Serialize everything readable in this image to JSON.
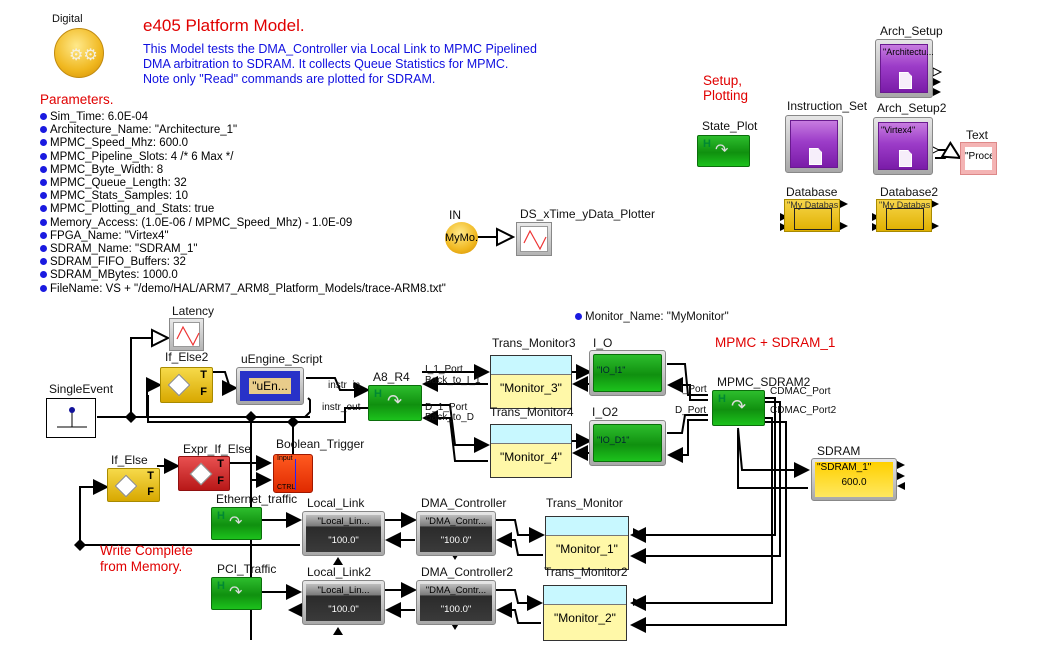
{
  "header": {
    "digital_label": "Digital",
    "title": "e405 Platform Model.",
    "description": [
      "This Model tests the DMA_Controller via Local Link to MPMC Pipelined",
      "DMA arbitration to SDRAM.  It collects Queue Statistics for MPMC.",
      "Note only \"Read\" commands are plotted for SDRAM."
    ]
  },
  "parameters": {
    "heading": "Parameters.",
    "items": [
      "Sim_Time: 6.0E-04",
      "Architecture_Name: \"Architecture_1\"",
      "MPMC_Speed_Mhz: 600.0",
      "MPMC_Pipeline_Slots: 4 /* 6 Max */",
      "MPMC_Byte_Width: 8",
      "MPMC_Queue_Length: 32",
      "MPMC_Stats_Samples: 10",
      "MPMC_Plotting_and_Stats: true",
      "Memory_Access: (1.0E-06 / MPMC_Speed_Mhz) - 1.0E-09",
      "FPGA_Name: \"Virtex4\"",
      "SDRAM_Name: \"SDRAM_1\"",
      "SDRAM_FIFO_Buffers: 32",
      "SDRAM_MBytes: 1000.0",
      "FileName: VS + \"/demo/HAL/ARM7_ARM8_Platform_Models/trace-ARM8.txt\""
    ],
    "monitor_name": "Monitor_Name: \"MyMonitor\""
  },
  "annotations": {
    "setup_plotting": [
      "Setup,",
      "Plotting"
    ],
    "mpmc_sdram": "MPMC + SDRAM_1",
    "write_complete": [
      "Write Complete",
      "from Memory."
    ]
  },
  "blocks": {
    "arch_setup": {
      "name": "Arch_Setup",
      "value": "\"Architectu..."
    },
    "instruction_set": {
      "name": "Instruction_Set"
    },
    "arch_setup2": {
      "name": "Arch_Setup2",
      "value": "\"Virtex4\""
    },
    "text": {
      "name": "Text",
      "value": "\"Proce..."
    },
    "state_plot": {
      "name": "State_Plot"
    },
    "database": {
      "name": "Database",
      "value": "\"My Databas..."
    },
    "database2": {
      "name": "Database2",
      "value": "\"My Databas..."
    },
    "in_port": {
      "name": "IN",
      "value": "MyMo..."
    },
    "ds_plotter": {
      "name": "DS_xTime_yData_Plotter"
    },
    "latency": {
      "name": "Latency"
    },
    "single_event": {
      "name": "SingleEvent"
    },
    "if_else2": {
      "name": "If_Else2",
      "t": "T",
      "f": "F"
    },
    "uengine": {
      "name": "uEngine_Script",
      "value": "\"uEn..."
    },
    "a8_r4": {
      "name": "A8_R4",
      "ports": [
        "instr_in",
        "instr_out",
        "I_1_Port",
        "Back_to_I_1",
        "D_1_Port",
        "Back_to_D"
      ]
    },
    "if_else": {
      "name": "If_Else",
      "t": "T",
      "f": "F"
    },
    "expr_if_else": {
      "name": "Expr_If_Else",
      "t": "T",
      "f": "F"
    },
    "boolean_trigger": {
      "name": "Boolean_Trigger",
      "input": "Input",
      "ctrl": "CTRL"
    },
    "trans_monitor3": {
      "name": "Trans_Monitor3",
      "value": "\"Monitor_3\""
    },
    "trans_monitor4": {
      "name": "Trans_Monitor4",
      "value": "\"Monitor_4\""
    },
    "io": {
      "name": "I_O",
      "value": "\"IO_I1\""
    },
    "io2": {
      "name": "I_O2",
      "value": "\"IO_D1\""
    },
    "mpmc_sdram2": {
      "name": "MPMC_SDRAM2",
      "ports": [
        "I_Port",
        "D_Port",
        "CDMAC_Port",
        "CDMAC_Port2"
      ]
    },
    "sdram": {
      "name": "SDRAM",
      "value": "\"SDRAM_1\"",
      "speed": "600.0"
    },
    "ethernet": {
      "name": "Ethernet_traffic"
    },
    "pci": {
      "name": "PCI_Traffic"
    },
    "local_link": {
      "name": "Local_Link",
      "value": "\"Local_Lin...",
      "rate": "\"100.0\""
    },
    "local_link2": {
      "name": "Local_Link2",
      "value": "\"Local_Lin...",
      "rate": "\"100.0\""
    },
    "dma": {
      "name": "DMA_Controller",
      "value": "\"DMA_Contr...",
      "rate": "\"100.0\""
    },
    "dma2": {
      "name": "DMA_Controller2",
      "value": "\"DMA_Contr...",
      "rate": "\"100.0\""
    },
    "trans_monitor": {
      "name": "Trans_Monitor",
      "value": "\"Monitor_1\""
    },
    "trans_monitor2": {
      "name": "Trans_Monitor2",
      "value": "\"Monitor_2\""
    }
  }
}
